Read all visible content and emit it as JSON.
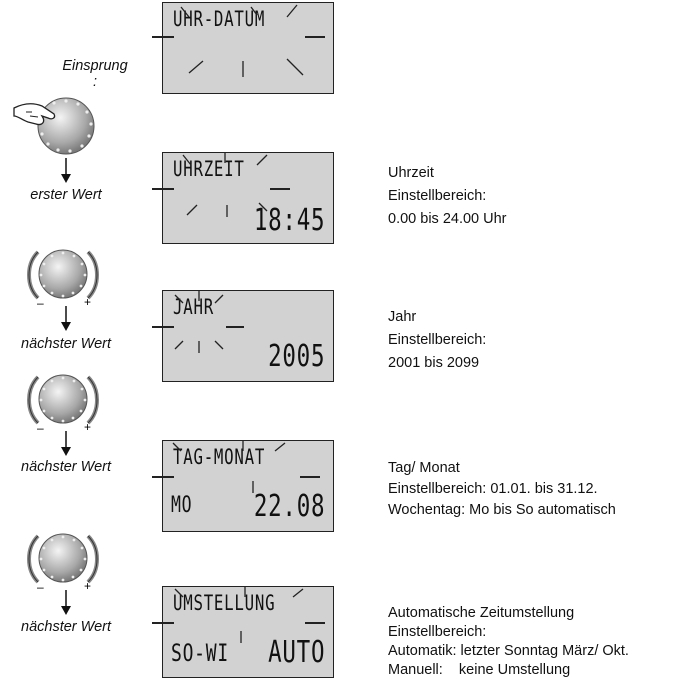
{
  "entry_label": "Einsprung :",
  "screens": [
    {
      "id": "uhr-datum",
      "top": "UHR-DATUM",
      "big": "",
      "small": "",
      "step_label": "erster Wert",
      "description": []
    },
    {
      "id": "uhrzeit",
      "top": "UHRZEIT",
      "big": "18:45",
      "small": "",
      "step_label": "nächster Wert",
      "description": [
        "Uhrzeit",
        "Einstellbereich:",
        "0.00 bis 24.00 Uhr"
      ]
    },
    {
      "id": "jahr",
      "top": "JAHR",
      "big": "2005",
      "small": "",
      "step_label": "nächster Wert",
      "description": [
        "Jahr",
        "Einstellbereich:",
        "2001 bis 2099"
      ]
    },
    {
      "id": "tag-monat",
      "top": "TAG-MONAT",
      "big": "22.08",
      "small": "MO",
      "step_label": "nächster Wert",
      "description": [
        "Tag/ Monat",
        "Einstellbereich: 01.01. bis 31.12.",
        "Wochentag: Mo bis So automatisch"
      ]
    },
    {
      "id": "umstellung",
      "top": "UMSTELLUNG",
      "big": "AUTO",
      "small": "SO-WI",
      "step_label": "",
      "description": [
        "Automatische Zeitumstellung",
        "Einstellbereich:",
        "Automatik: letzter Sonntag März/ Okt.",
        "Manuell:    keine Umstellung"
      ]
    }
  ],
  "knob_signs": {
    "minus": "–",
    "plus": "+"
  }
}
